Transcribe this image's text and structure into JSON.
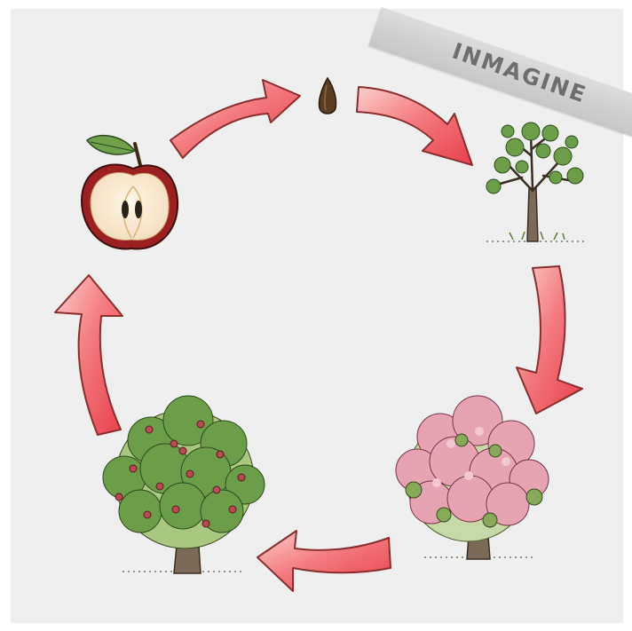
{
  "watermark": {
    "text": "INMAGINE"
  },
  "cycle": {
    "stages": [
      {
        "id": "apple",
        "icon": "halved-apple-icon"
      },
      {
        "id": "seed",
        "icon": "seed-icon"
      },
      {
        "id": "sapling",
        "icon": "young-tree-icon"
      },
      {
        "id": "blossom",
        "icon": "blossoming-tree-icon"
      },
      {
        "id": "fruiting",
        "icon": "fruiting-tree-icon"
      }
    ],
    "arrow_color": "#f0535c",
    "arrow_highlight": "#fbd0d0",
    "arrow_outline": "#8a2e2e"
  }
}
